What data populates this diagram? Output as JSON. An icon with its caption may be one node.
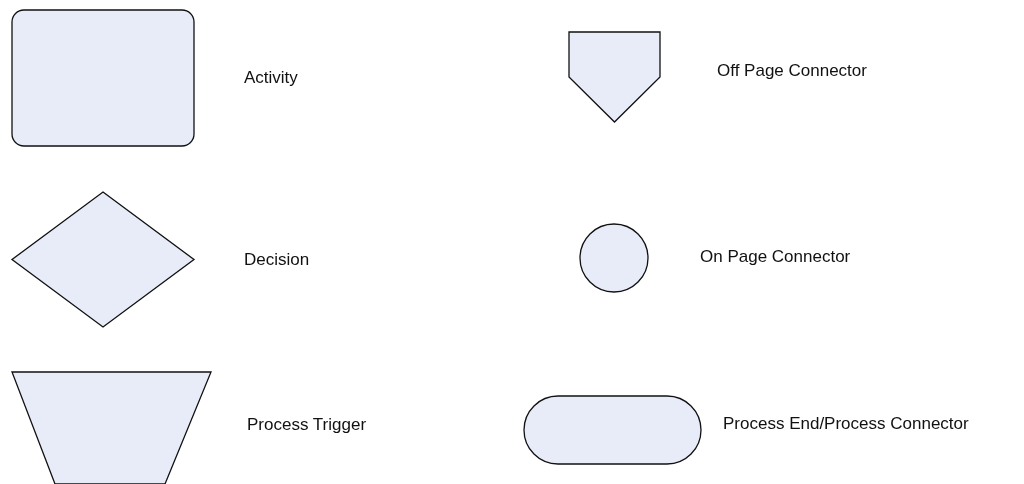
{
  "diagram": {
    "nodes": [
      {
        "text": [],
        "shape": "box",
        "beside": [
          "Activity"
        ]
      },
      {
        "text": [],
        "shape": "diamond",
        "beside": [
          "Decision"
        ]
      },
      {
        "text": [],
        "shape": "trapezoid",
        "beside": [
          "Process Trigger"
        ]
      },
      {
        "text": [],
        "shape": "pentagon",
        "beside": [
          "Off Page Connector"
        ]
      },
      {
        "text": [],
        "shape": "circle",
        "beside": [
          "On Page Connector"
        ]
      },
      {
        "text": [],
        "shape": "pill",
        "beside": [
          "Process End/Process Connector"
        ]
      }
    ]
  }
}
